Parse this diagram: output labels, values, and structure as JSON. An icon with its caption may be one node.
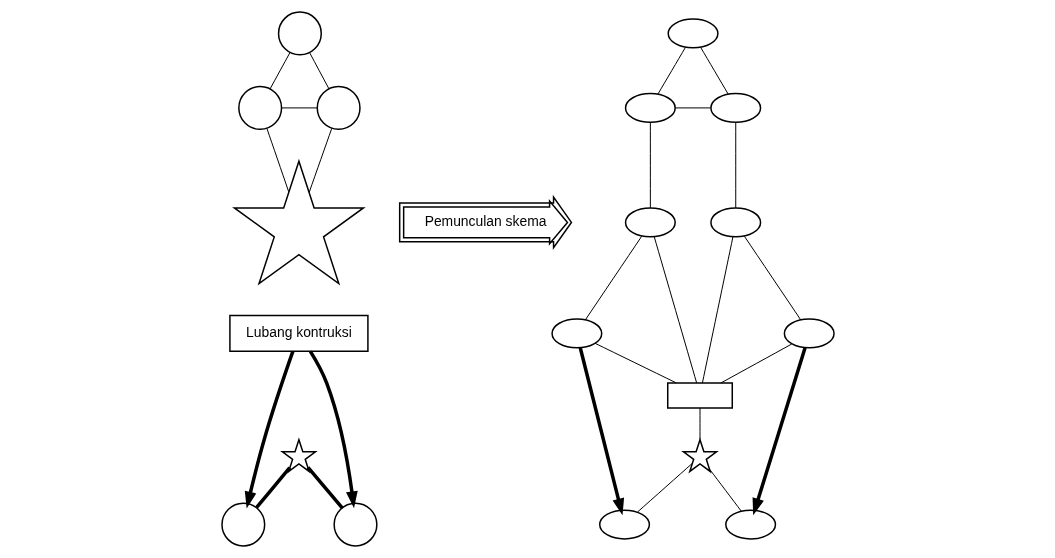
{
  "diagram": {
    "nodes": [
      {
        "text": [],
        "shape": "circle"
      },
      {
        "text": [],
        "shape": "circle"
      },
      {
        "text": [],
        "shape": "circle"
      },
      {
        "text": [],
        "shape": "burst"
      },
      {
        "text": [
          "Lubang kontruksi"
        ]
      },
      {
        "text": [],
        "shape": "star"
      },
      {
        "text": [],
        "shape": "circle"
      },
      {
        "text": [],
        "shape": "circle"
      },
      {
        "text": [
          "Pemunculan skema"
        ]
      },
      {
        "text": [],
        "shape": "ellipse"
      },
      {
        "text": [],
        "shape": "ellipse"
      },
      {
        "text": [],
        "shape": "ellipse"
      },
      {
        "text": [],
        "shape": "ellipse"
      },
      {
        "text": [],
        "shape": "ellipse"
      },
      {
        "text": [],
        "shape": "box"
      },
      {
        "text": [],
        "shape": "ellipse"
      },
      {
        "text": [],
        "shape": "ellipse"
      },
      {
        "text": [],
        "shape": "star"
      },
      {
        "text": [],
        "shape": "ellipse"
      },
      {
        "text": [],
        "shape": "ellipse"
      }
    ],
    "edges": [
      {
        "from": 0,
        "to": 1,
        "arrow": "none"
      },
      {
        "from": 0,
        "to": 2,
        "arrow": "none"
      },
      {
        "from": 1,
        "to": 2,
        "arrow": "none"
      },
      {
        "from": 1,
        "to": 3,
        "arrow": "none"
      },
      {
        "from": 2,
        "to": 3,
        "arrow": "none"
      },
      {
        "from": 4,
        "to": 6,
        "arrow": "to",
        "style": "thick"
      },
      {
        "from": 4,
        "to": 7,
        "arrow": "to",
        "style": "thick"
      },
      {
        "from": 5,
        "to": 6,
        "arrow": "none",
        "style": "thick"
      },
      {
        "from": 5,
        "to": 7,
        "arrow": "none",
        "style": "thick"
      },
      {
        "from": 9,
        "to": 10,
        "arrow": "none"
      },
      {
        "from": 9,
        "to": 11,
        "arrow": "none"
      },
      {
        "from": 10,
        "to": 11,
        "arrow": "none"
      },
      {
        "from": 10,
        "to": 12,
        "arrow": "none"
      },
      {
        "from": 11,
        "to": 13,
        "arrow": "none"
      },
      {
        "from": 12,
        "to": 14,
        "arrow": "none"
      },
      {
        "from": 13,
        "to": 14,
        "arrow": "none"
      },
      {
        "from": 12,
        "to": 15,
        "arrow": "none"
      },
      {
        "from": 13,
        "to": 16,
        "arrow": "none"
      },
      {
        "from": 15,
        "to": 14,
        "arrow": "none"
      },
      {
        "from": 16,
        "to": 14,
        "arrow": "none"
      },
      {
        "from": 14,
        "to": 17,
        "arrow": "none"
      },
      {
        "from": 15,
        "to": 18,
        "arrow": "to",
        "style": "thick"
      },
      {
        "from": 16,
        "to": 19,
        "arrow": "to",
        "style": "thick"
      },
      {
        "from": 17,
        "to": 18,
        "arrow": "none"
      },
      {
        "from": 17,
        "to": 19,
        "arrow": "none"
      }
    ]
  }
}
